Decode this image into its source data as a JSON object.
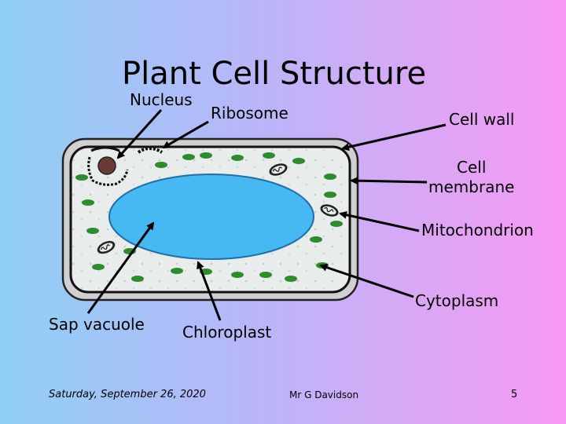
{
  "slide": {
    "title": "Plant Cell Structure"
  },
  "labels": {
    "nucleus": "Nucleus",
    "ribosome": "Ribosome",
    "cell_wall": "Cell wall",
    "cell_membrane": "Cell\nmembrane",
    "mitochondrion": "Mitochondrion",
    "cytoplasm": "Cytoplasm",
    "sap_vacuole": "Sap vacuole",
    "chloroplast": "Chloroplast"
  },
  "footer": {
    "date": "Saturday, September 26, 2020",
    "author": "Mr G Davidson",
    "page": "5"
  },
  "colors": {
    "cell_wall": "#d0d0d0",
    "cytoplasm": "#e8ecea",
    "vacuole": "#46b9f2",
    "chloroplast": "#2e8b2e",
    "nucleus": "#6b3a32"
  }
}
